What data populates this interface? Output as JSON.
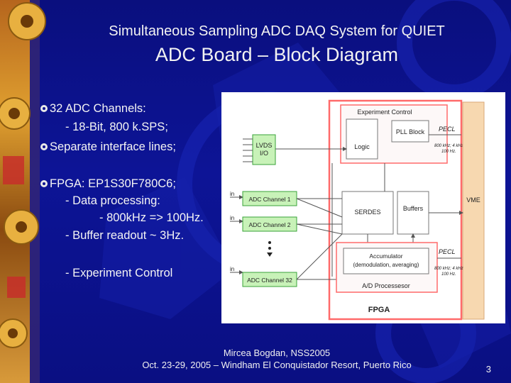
{
  "slide": {
    "title_line1": "Simultaneous Sampling ADC DAQ System for QUIET",
    "title_line2": "ADC Board – Block Diagram",
    "bullets": [
      {
        "text": "32 ADC Channels:",
        "has_marker": true
      },
      {
        "text": "- 18-Bit, 800 k.SPS;",
        "has_marker": false
      },
      {
        "text": "Separate interface lines;",
        "has_marker": true
      },
      {
        "text": "FPGA: EP1S30F780C6;",
        "has_marker": true
      },
      {
        "text": "- Data processing:",
        "has_marker": false
      },
      {
        "text": "- 800kHz => 100Hz.",
        "has_marker": false
      },
      {
        "text": "- Buffer readout ~ 3Hz.",
        "has_marker": false
      },
      {
        "text": "- Experiment Control",
        "has_marker": false
      }
    ],
    "footer_line1": "Mircea Bogdan, NSS2005",
    "footer_line2": "Oct. 23-29, 2005 – Windham El Conquistador Resort, Puerto Rico",
    "page_number": "3"
  },
  "diagram": {
    "experiment_control": "Experiment Control",
    "pll_block": "PLL Block",
    "logic": "Logic",
    "lvds_line1": "LVDS",
    "lvds_line2": "I/O",
    "pecl_top": "PECL",
    "freq_top_line1": "800 kHz; 4 kHz",
    "freq_top_line2": "100 Hz.",
    "vme": "VME",
    "serdes": "SERDES",
    "buffers": "Buffers",
    "adc_channel_1": "ADC Channel 1",
    "adc_channel_2": "ADC Channel 2",
    "adc_channel_32": "ADC Channel 32",
    "in_label": "in",
    "accumulator_line1": "Accumulator",
    "accumulator_line2": "(demodulation, averaging)",
    "ad_processor": "A/D Processesor",
    "pecl_bottom": "PECL",
    "freq_bottom_line1": "800 kHz; 4 kHz",
    "freq_bottom_line2": "100 Hz.",
    "fpga": "FPGA"
  },
  "colors": {
    "background": "#0c1390",
    "text": "#f2f2f2",
    "fpga_border": "#ff6666",
    "vme_bar": "#f7d8b0",
    "green_box": "#c8f2b8",
    "green_border": "#3aa33a"
  },
  "icons": {
    "bullet": "gear-bullet-icon"
  }
}
